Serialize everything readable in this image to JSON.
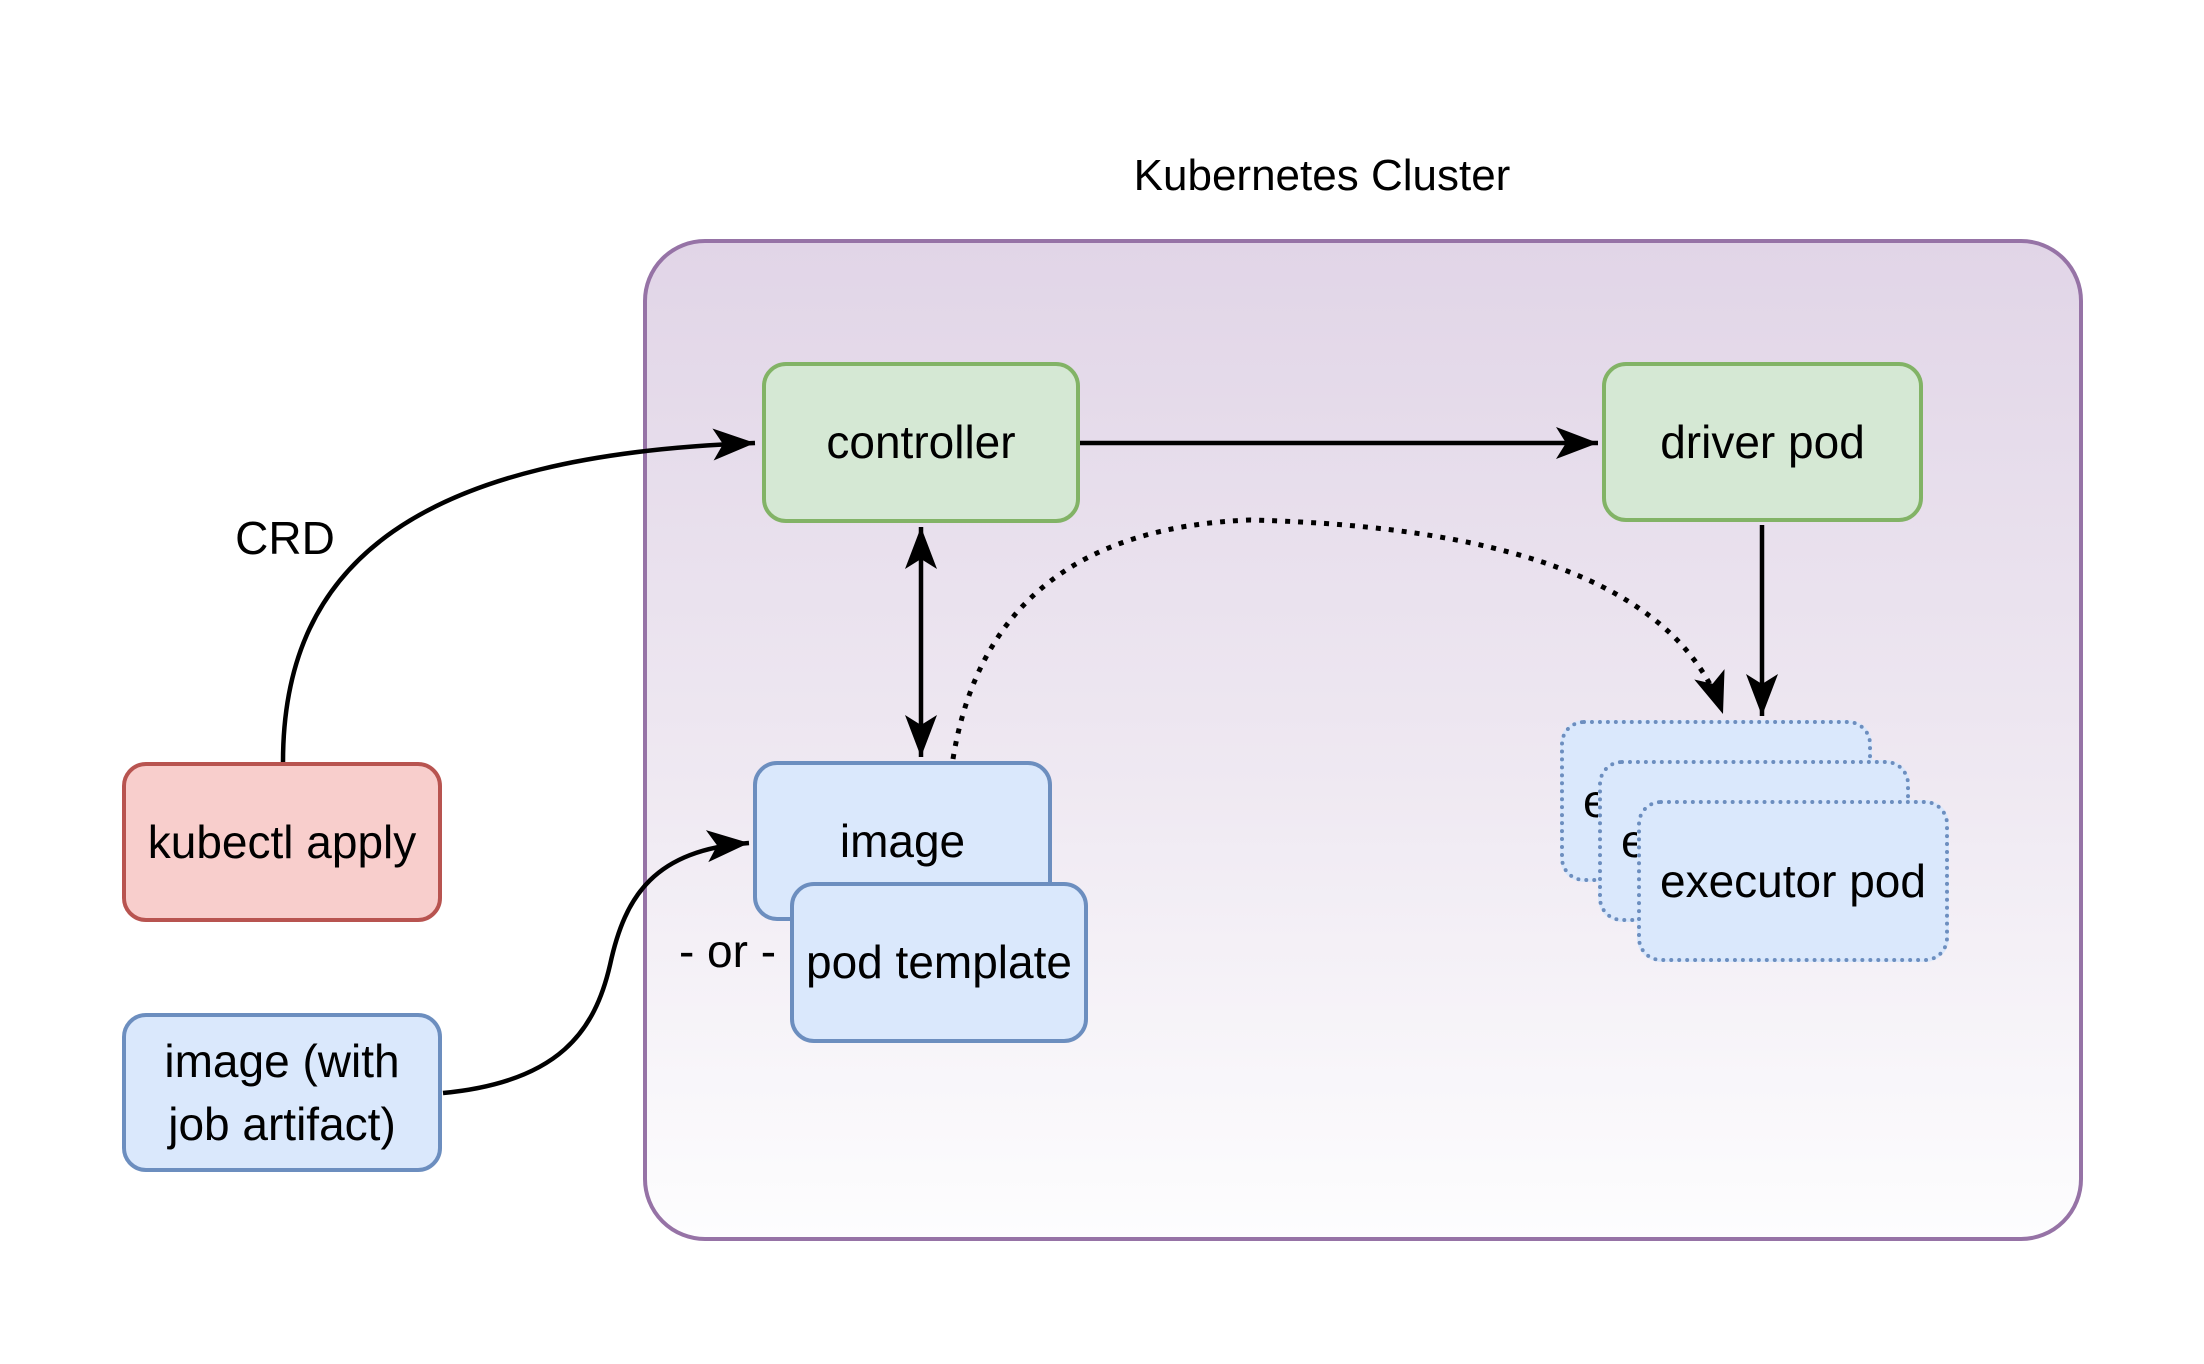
{
  "diagram": {
    "title": "Kubernetes Cluster",
    "nodes": {
      "kubectl_apply": "kubectl apply",
      "image_with_artifact": "image (with job artifact)",
      "controller": "controller",
      "driver_pod": "driver pod",
      "image": "image",
      "pod_template": "pod template",
      "executor_pod": "executor pod"
    },
    "edge_labels": {
      "crd": "CRD",
      "or": "- or -"
    },
    "executor_stack_count": 3,
    "colors": {
      "green_fill": "#d5e8d4",
      "green_stroke": "#82b366",
      "blue_fill": "#dae8fc",
      "blue_stroke": "#6c8ebf",
      "red_fill": "#f8cecc",
      "red_stroke": "#b85450",
      "cluster_stroke": "#9673a6",
      "cluster_fill_top": "#e1d5e7",
      "cluster_fill_bottom": "#fdfdfe",
      "arrow": "#000000",
      "text": "#000000"
    }
  }
}
